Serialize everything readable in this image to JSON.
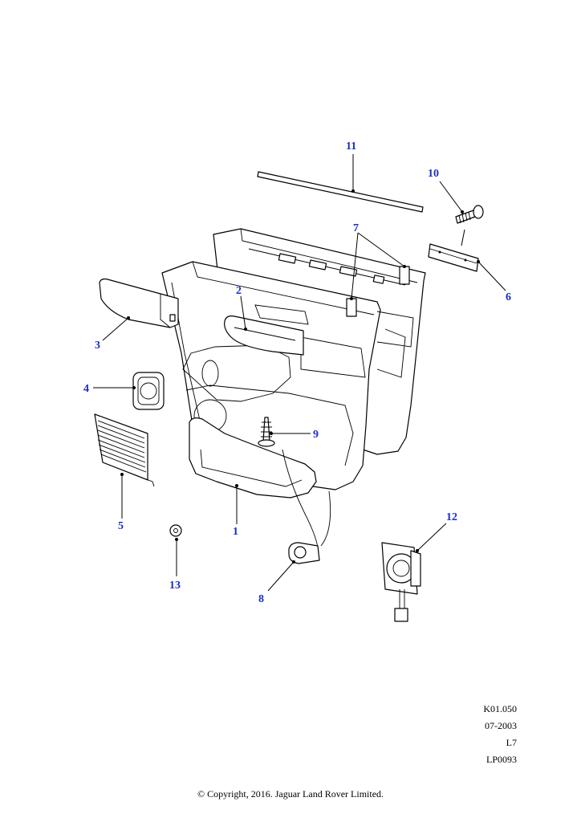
{
  "diagram": {
    "callouts": [
      "1",
      "2",
      "3",
      "4",
      "5",
      "6",
      "7",
      "8",
      "9",
      "10",
      "11",
      "12",
      "13"
    ]
  },
  "meta": {
    "ref_code": "K01.050",
    "date": "07-2003",
    "level": "L7",
    "illustration_id": "LP0093"
  },
  "footer": {
    "copyright": "© Copyright, 2016. Jaguar Land Rover Limited."
  }
}
